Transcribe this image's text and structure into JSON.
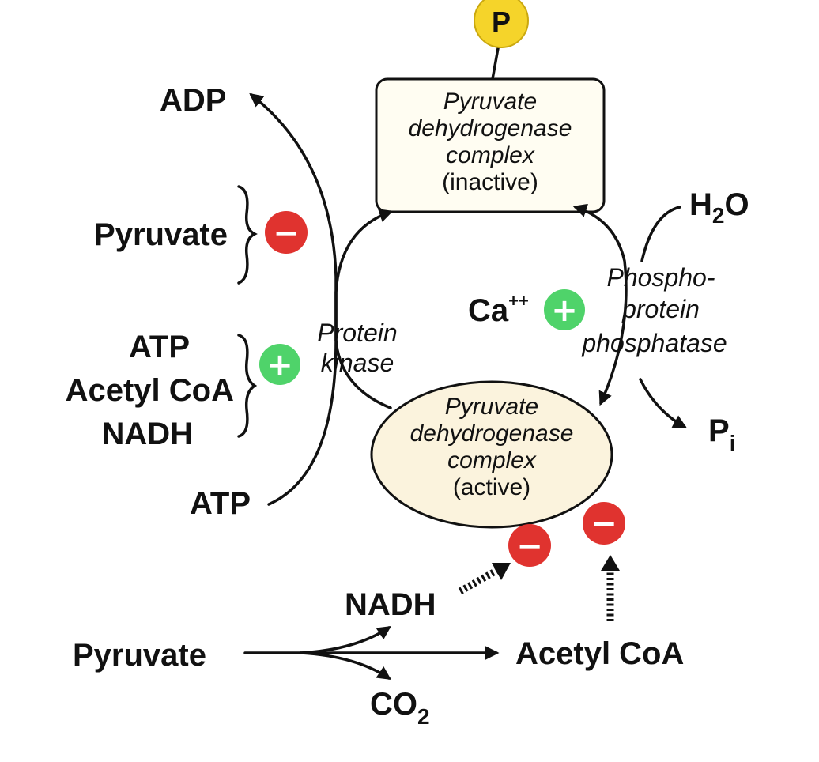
{
  "phosphate_label": "P",
  "enzyme_inactive": {
    "line1": "Pyruvate",
    "line2": "dehydrogenase",
    "line3": "complex",
    "line4": "(inactive)"
  },
  "enzyme_active": {
    "line1": "Pyruvate",
    "line2": "dehydrogenase",
    "line3": "complex",
    "line4": "(active)"
  },
  "kinase": {
    "line1": "Protein",
    "line2": "kinase",
    "adp": "ADP",
    "atp": "ATP",
    "inhibitor": "Pyruvate",
    "activators": [
      "ATP",
      "Acetyl CoA",
      "NADH"
    ]
  },
  "phosphatase": {
    "line1": "Phospho-",
    "line2": "protein",
    "line3": "phosphatase",
    "water": "H",
    "water_sub": "2",
    "water_tail": "O",
    "activator": "Ca",
    "activator_sup": "++",
    "product": "P",
    "product_sub": "i"
  },
  "reaction": {
    "substrate": "Pyruvate",
    "product": "Acetyl CoA",
    "byproduct_top": "NADH",
    "byproduct_bottom": "CO",
    "byproduct_bottom_sub": "2"
  },
  "signs": {
    "minus": "−",
    "plus": "+"
  },
  "colors": {
    "inhibit": "#e0332f",
    "activate": "#4fd36a",
    "phosphate": "#f5d42a",
    "active_fill": "#fbf3dd",
    "inactive_fill": "#fffdf2"
  }
}
